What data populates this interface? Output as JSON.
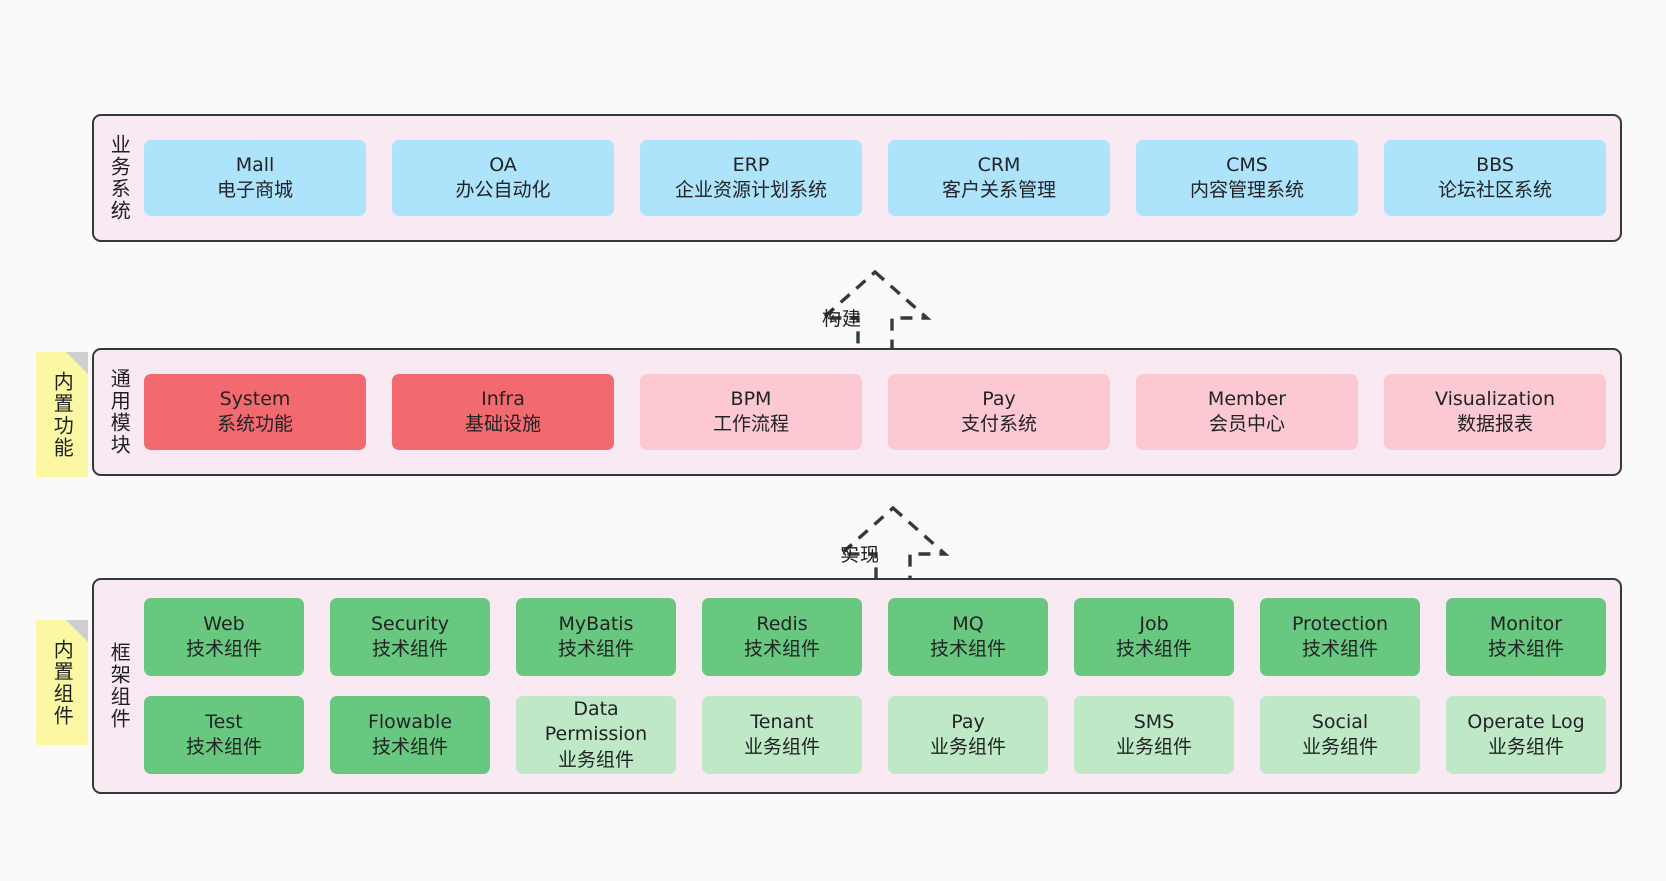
{
  "layers": [
    {
      "id": "business",
      "title": "业务系统",
      "rows": [
        {
          "cards": [
            {
              "en": "Mall",
              "cn": "电子商城",
              "style": "c-blue"
            },
            {
              "en": "OA",
              "cn": "办公自动化",
              "style": "c-blue"
            },
            {
              "en": "ERP",
              "cn": "企业资源计划系统",
              "style": "c-blue"
            },
            {
              "en": "CRM",
              "cn": "客户关系管理",
              "style": "c-blue"
            },
            {
              "en": "CMS",
              "cn": "内容管理系统",
              "style": "c-blue"
            },
            {
              "en": "BBS",
              "cn": "论坛社区系统",
              "style": "c-blue"
            }
          ]
        }
      ]
    },
    {
      "id": "common",
      "title": "通用模块",
      "rows": [
        {
          "cards": [
            {
              "en": "System",
              "cn": "系统功能",
              "style": "c-red"
            },
            {
              "en": "Infra",
              "cn": "基础设施",
              "style": "c-red"
            },
            {
              "en": "BPM",
              "cn": "工作流程",
              "style": "c-pink"
            },
            {
              "en": "Pay",
              "cn": "支付系统",
              "style": "c-pink"
            },
            {
              "en": "Member",
              "cn": "会员中心",
              "style": "c-pink"
            },
            {
              "en": "Visualization",
              "cn": "数据报表",
              "style": "c-pink"
            }
          ]
        }
      ]
    },
    {
      "id": "framework",
      "title": "框架组件",
      "rows": [
        {
          "cards": [
            {
              "en": "Web",
              "cn": "技术组件",
              "style": "c-green"
            },
            {
              "en": "Security",
              "cn": "技术组件",
              "style": "c-green"
            },
            {
              "en": "MyBatis",
              "cn": "技术组件",
              "style": "c-green"
            },
            {
              "en": "Redis",
              "cn": "技术组件",
              "style": "c-green"
            },
            {
              "en": "MQ",
              "cn": "技术组件",
              "style": "c-green"
            },
            {
              "en": "Job",
              "cn": "技术组件",
              "style": "c-green"
            },
            {
              "en": "Protection",
              "cn": "技术组件",
              "style": "c-green"
            },
            {
              "en": "Monitor",
              "cn": "技术组件",
              "style": "c-green"
            }
          ]
        },
        {
          "cards": [
            {
              "en": "Test",
              "cn": "技术组件",
              "style": "c-green"
            },
            {
              "en": "Flowable",
              "cn": "技术组件",
              "style": "c-green"
            },
            {
              "en": "Data Permission",
              "cn": "业务组件",
              "style": "c-lightgreen"
            },
            {
              "en": "Tenant",
              "cn": "业务组件",
              "style": "c-lightgreen"
            },
            {
              "en": "Pay",
              "cn": "业务组件",
              "style": "c-lightgreen"
            },
            {
              "en": "SMS",
              "cn": "业务组件",
              "style": "c-lightgreen"
            },
            {
              "en": "Social",
              "cn": "业务组件",
              "style": "c-lightgreen"
            },
            {
              "en": "Operate Log",
              "cn": "业务组件",
              "style": "c-lightgreen"
            }
          ]
        }
      ]
    }
  ],
  "notes": [
    {
      "id": "builtin-feature",
      "label": "内置功能"
    },
    {
      "id": "builtin-component",
      "label": "内置组件"
    }
  ],
  "arrows": [
    {
      "id": "build",
      "label": "构建"
    },
    {
      "id": "realize",
      "label": "实现"
    }
  ],
  "colors": {
    "page_background": "#fafafa",
    "layer_background": "#f9e9f3",
    "layer_border": "#37383a",
    "business_card": "#ade3fb",
    "module_highlight": "#f2696f",
    "module_normal": "#fcc9d2",
    "tech_component": "#68c87f",
    "business_component": "#bfe8c6",
    "note_background": "#fbf7a3",
    "note_fold": "#cfcfcf",
    "arrow_stroke": "#37383a",
    "text": "#1f2023"
  }
}
